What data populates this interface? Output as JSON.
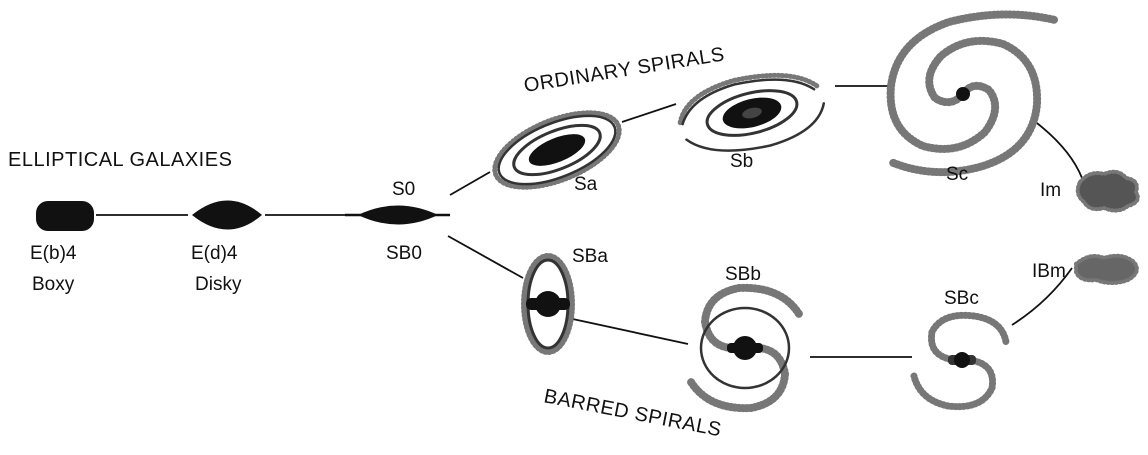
{
  "headings": {
    "elliptical": "ELLIPTICAL GALAXIES",
    "ordinary": "ORDINARY SPIRALS",
    "barred": "BARRED SPIRALS"
  },
  "galaxies": {
    "eb4": {
      "label": "E(b)4",
      "sublabel": "Boxy"
    },
    "ed4": {
      "label": "E(d)4",
      "sublabel": "Disky"
    },
    "s0": {
      "label": "S0"
    },
    "sb0": {
      "label": "SB0"
    },
    "sa": {
      "label": "Sa"
    },
    "sb": {
      "label": "Sb"
    },
    "sc": {
      "label": "Sc"
    },
    "im": {
      "label": "Im"
    },
    "sba": {
      "label": "SBa"
    },
    "sbb": {
      "label": "SBb"
    },
    "sbc": {
      "label": "SBc"
    },
    "ibm": {
      "label": "IBm"
    }
  },
  "colors": {
    "ink": "#111111",
    "arm": "#333333",
    "speckle": "#777777"
  }
}
